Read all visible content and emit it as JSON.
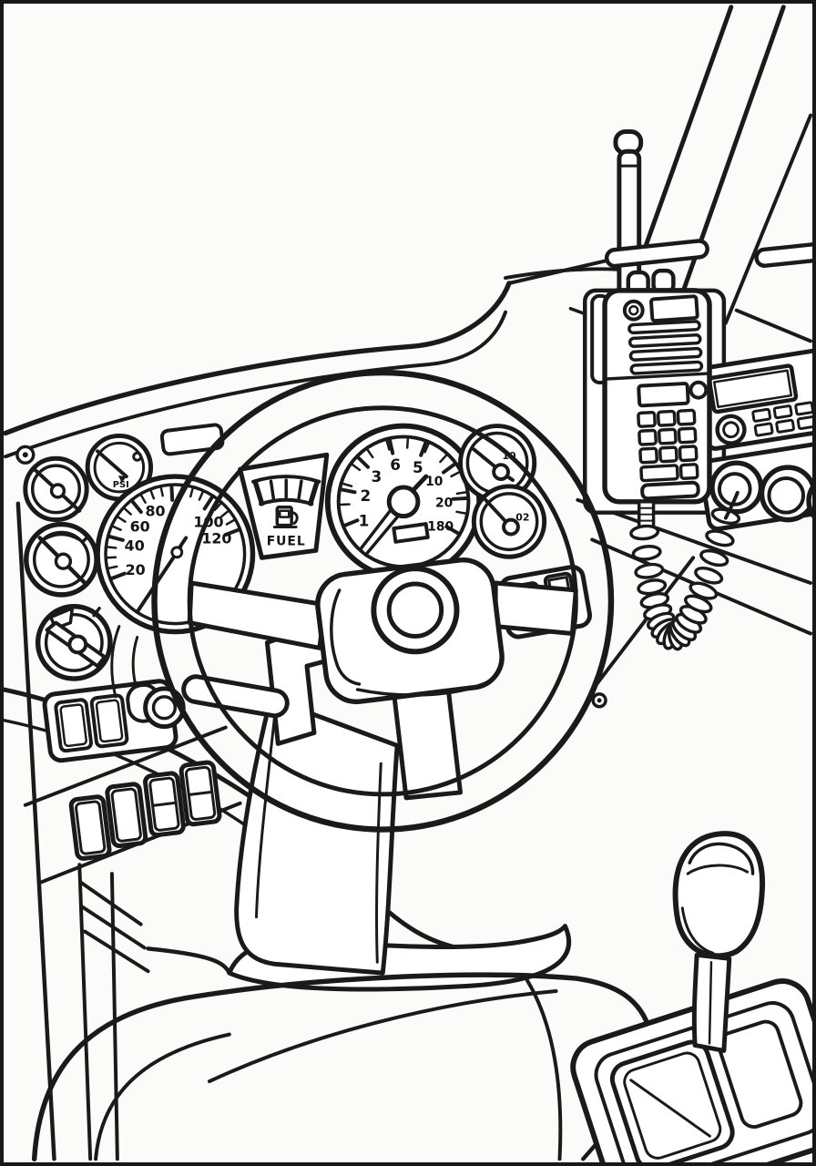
{
  "meta": {
    "artwork_type": "coloring-book black-and-white line art",
    "scene": "truck cab interior with dashboard gauges, steering wheel, CB radio and gear shifter",
    "background_color": "#fbfbfa",
    "line_color": "#1a1a1a"
  },
  "cluster": {
    "speedometer": {
      "labels": [
        "20",
        "40",
        "60",
        "80",
        "100",
        "120"
      ]
    },
    "tachometer": {
      "labels": [
        "1",
        "2",
        "3",
        "6",
        "5",
        "10",
        "20",
        "180"
      ]
    },
    "fuel_gauge": {
      "label": "FUEL",
      "icon": "fuel-pump-icon"
    },
    "pressure_gauge": {
      "label": "PSI"
    },
    "aux_gauge_top": {
      "label": "10"
    },
    "aux_gauge_bottom": {
      "label": "02"
    }
  }
}
